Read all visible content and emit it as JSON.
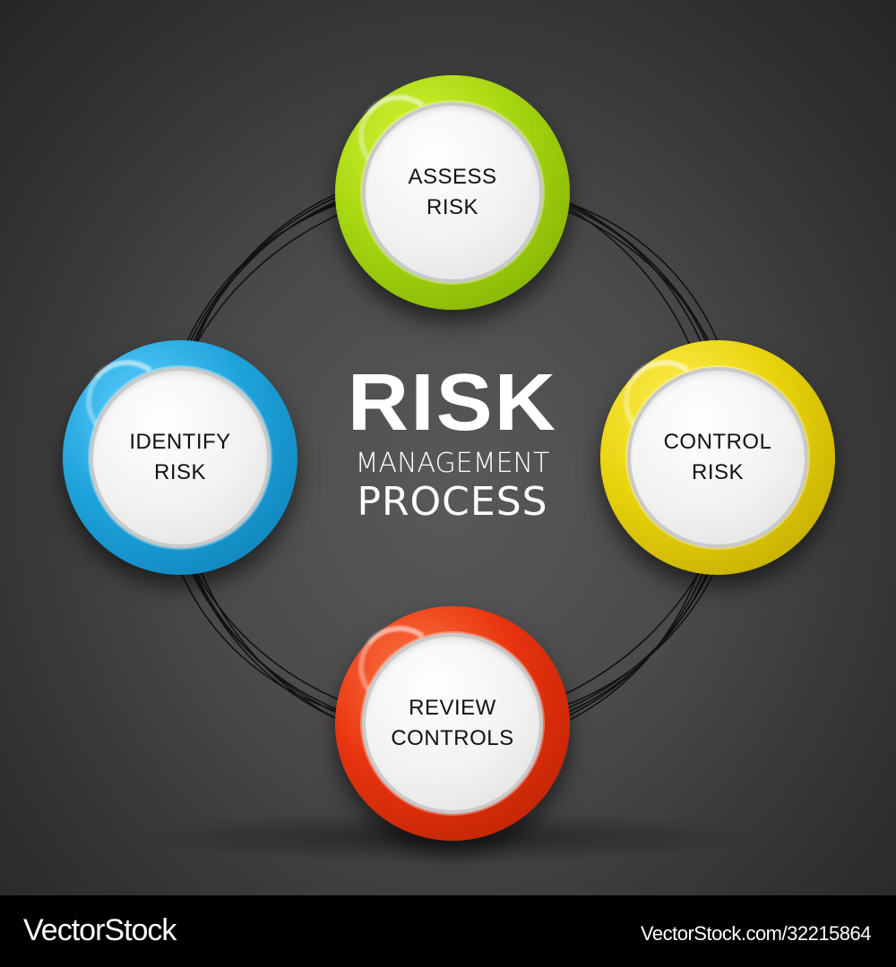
{
  "diagram": {
    "title": {
      "line1": "RISK",
      "line2": "MANAGEMENT",
      "line3": "PROCESS"
    },
    "type": "cycle",
    "steps": [
      {
        "id": "assess",
        "line1": "ASSESS",
        "line2": "RISK",
        "position": "top",
        "ring_color": "#a6d60f"
      },
      {
        "id": "control",
        "line1": "CONTROL",
        "line2": "RISK",
        "position": "right",
        "ring_color": "#e8d20a"
      },
      {
        "id": "review",
        "line1": "REVIEW",
        "line2": "CONTROLS",
        "position": "bottom",
        "ring_color": "#e8330f"
      },
      {
        "id": "identify",
        "line1": "IDENTIFY",
        "line2": "RISK",
        "position": "left",
        "ring_color": "#1fa3db"
      }
    ],
    "background_color": "#4a4a4a",
    "connector_color": "#111111"
  },
  "footer": {
    "brand": "VectorStock",
    "url": "VectorStock.com/32215864"
  }
}
